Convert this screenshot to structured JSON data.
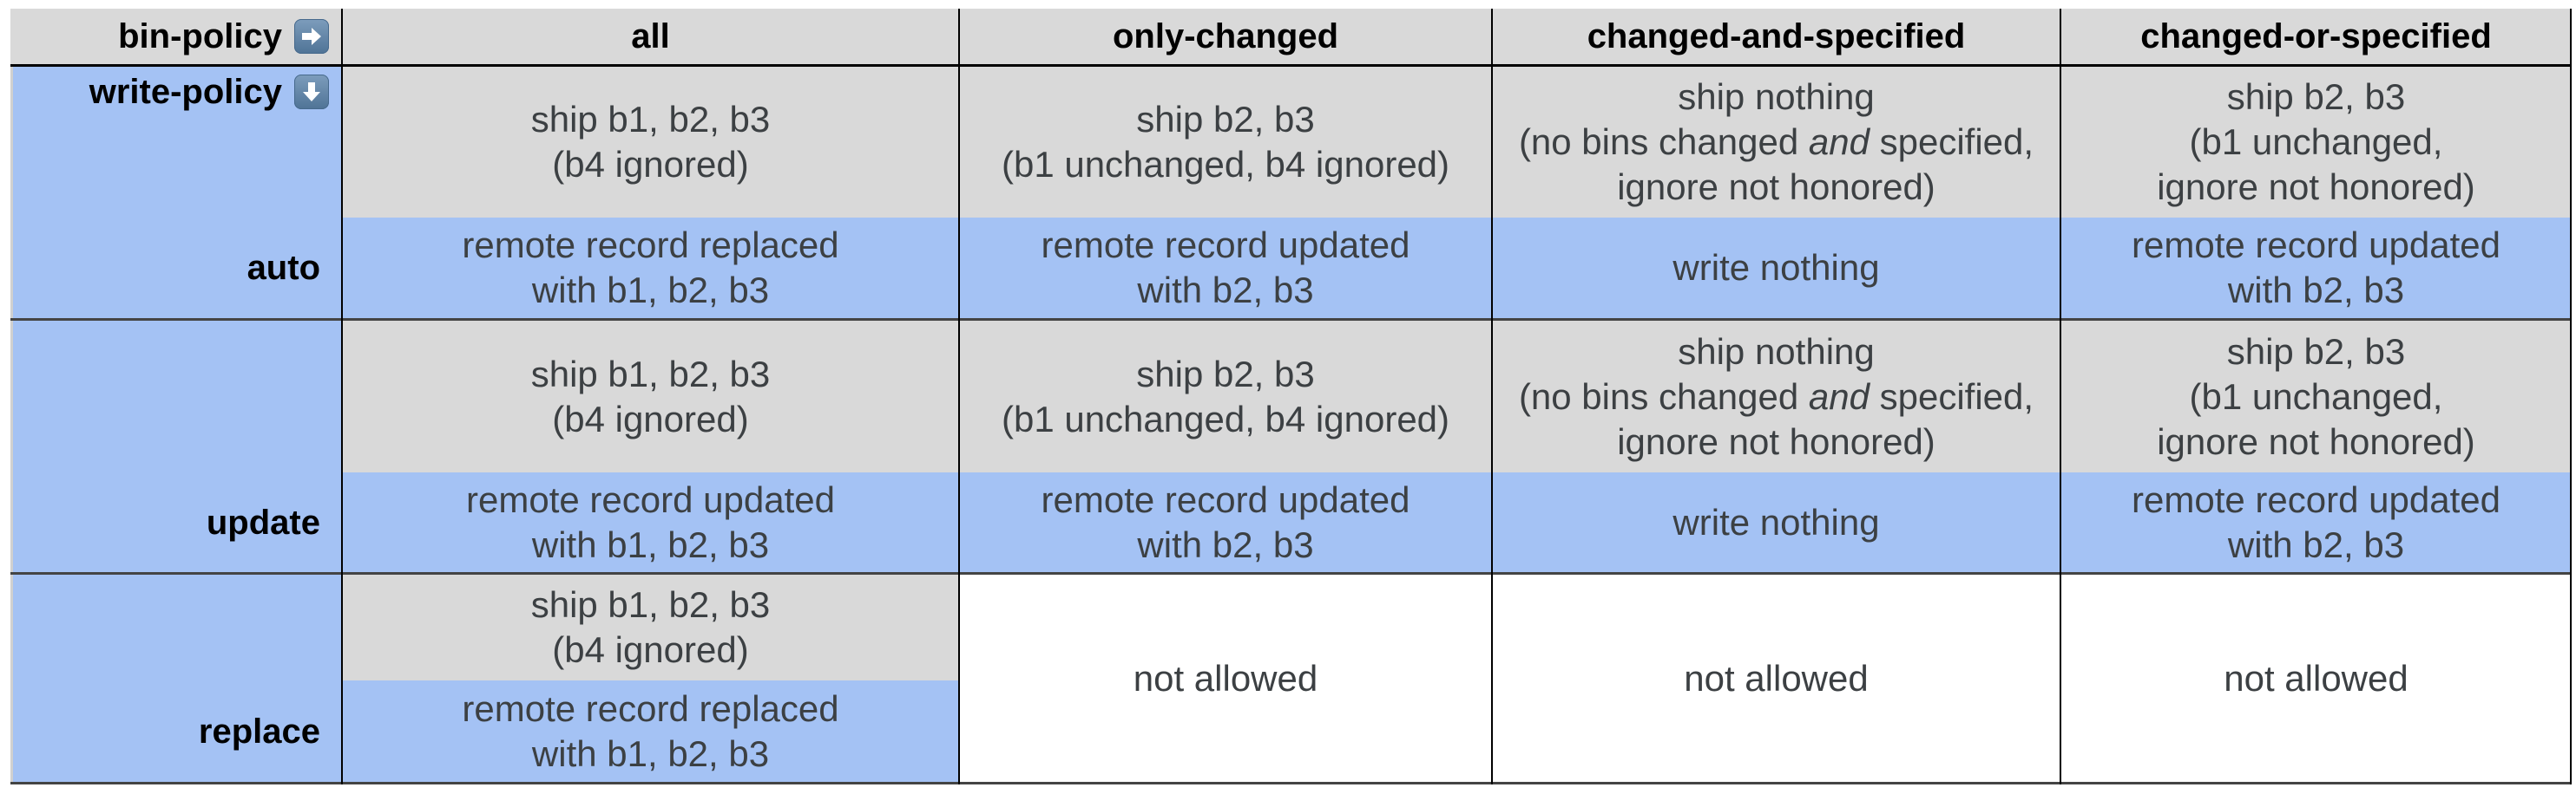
{
  "header": {
    "corner_label": "bin-policy",
    "corner_icon": "right-arrow-emoji",
    "columns": [
      "all",
      "only-changed",
      "changed-and-specified",
      "changed-or-specified"
    ]
  },
  "row_axis": {
    "label": "write-policy",
    "icon": "down-arrow-emoji"
  },
  "rows": [
    {
      "label": "auto",
      "ship": [
        "ship b1, b2, b3\n(b4 ignored)",
        "ship b2, b3\n(b1 unchanged, b4 ignored)",
        {
          "before": "ship nothing\n(no bins changed ",
          "em": "and",
          "after": " specified,\nignore not honored)"
        },
        "ship b2, b3\n(b1 unchanged,\nignore not honored)"
      ],
      "result": [
        "remote record replaced\nwith b1, b2, b3",
        "remote record updated\nwith b2, b3",
        "write nothing",
        "remote record updated\nwith b2, b3"
      ]
    },
    {
      "label": "update",
      "ship": [
        "ship b1, b2, b3\n(b4 ignored)",
        "ship b2, b3\n(b1 unchanged, b4 ignored)",
        {
          "before": "ship nothing\n(no bins changed ",
          "em": "and",
          "after": " specified,\nignore not honored)"
        },
        "ship b2, b3\n(b1 unchanged,\nignore not honored)"
      ],
      "result": [
        "remote record updated\nwith b1, b2, b3",
        "remote record updated\nwith b2, b3",
        "write nothing",
        "remote record updated\nwith b2, b3"
      ]
    },
    {
      "label": "replace",
      "ship": [
        "ship b1, b2, b3\n(b4 ignored)"
      ],
      "result": [
        "remote record replaced\nwith b1, b2, b3"
      ],
      "not_allowed": [
        "not allowed",
        "not allowed",
        "not allowed"
      ]
    }
  ],
  "colors": {
    "ship_bg": "#d9d9d9",
    "result_bg": "#a4c2f4",
    "header_bg": "#d9d9d9",
    "row_header_bg": "#a4c2f4",
    "not_allowed_bg": "#ffffff",
    "text": "#3c4043"
  }
}
